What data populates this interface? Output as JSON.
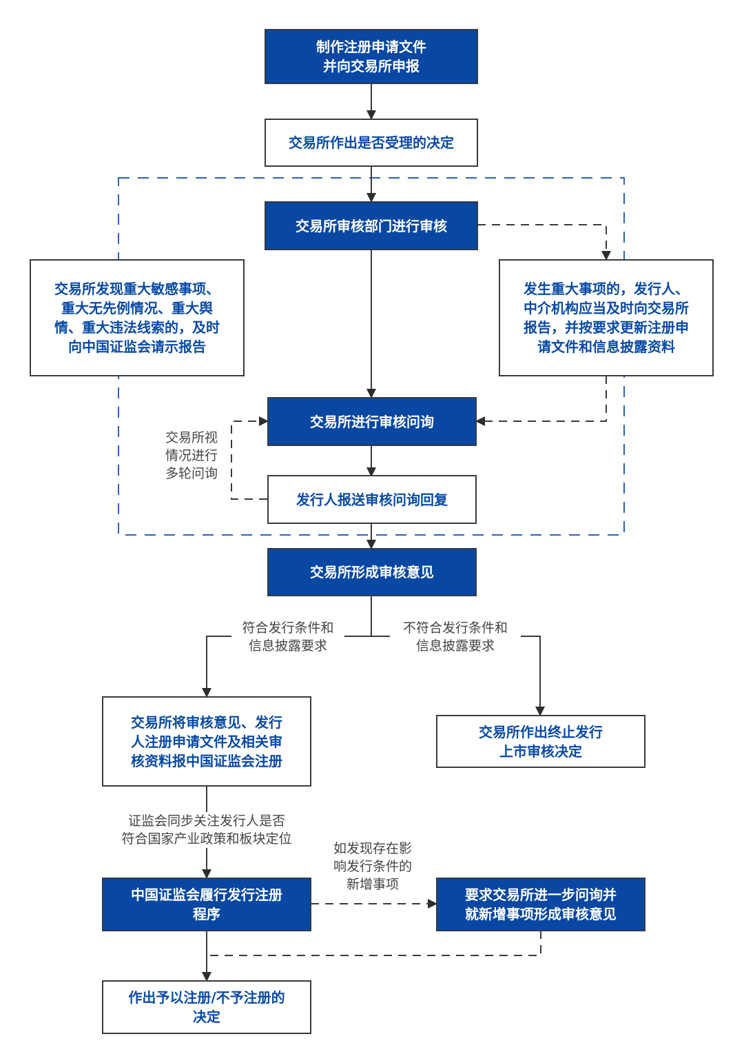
{
  "colors": {
    "primary_fill": "#0847a2",
    "outline_text": "#0a4aa4",
    "connector": "#3a3a3a",
    "container_dash": "#2b62b8",
    "label_text": "#444444"
  },
  "nodes": {
    "prepare": "制作注册申请文件\n并向交易所申报",
    "accept_decision": "交易所作出是否受理的决定",
    "review_dept": "交易所审核部门进行审核",
    "report_csrc": "交易所发现重大敏感事项、\n重大无先例情况、重大舆\n情、重大违法线索的，及时\n向中国证监会请示报告",
    "major_events": "发生重大事项的，发行人、\n中介机构应当及时向交易所\n报告，并按要求更新注册申\n请文件和信息披露资料",
    "inquiry": "交易所进行审核问询",
    "reply": "发行人报送审核问询回复",
    "opinion": "交易所形成审核意见",
    "submit_csrc": "交易所将审核意见、发行\n人注册申请文件及相关审\n核资料报中国证监会注册",
    "terminate": "交易所作出终止发行\n上市审核决定",
    "csrc_register": "中国证监会履行发行注册\n程序",
    "further_inquiry": "要求交易所进一步问询并\n就新增事项形成审核意见",
    "final_decision": "作出予以注册/不予注册的\n决定"
  },
  "edge_labels": {
    "multi_round": "交易所视\n情况进行\n多轮问询",
    "meets": "符合发行条件和\n信息披露要求",
    "not_meets": "不符合发行条件和\n信息披露要求",
    "csrc_focus": "证监会同步关注发行人是否\n符合国家产业政策和板块定位",
    "new_matters": "如发现存在影\n响发行条件的\n新增事项"
  }
}
